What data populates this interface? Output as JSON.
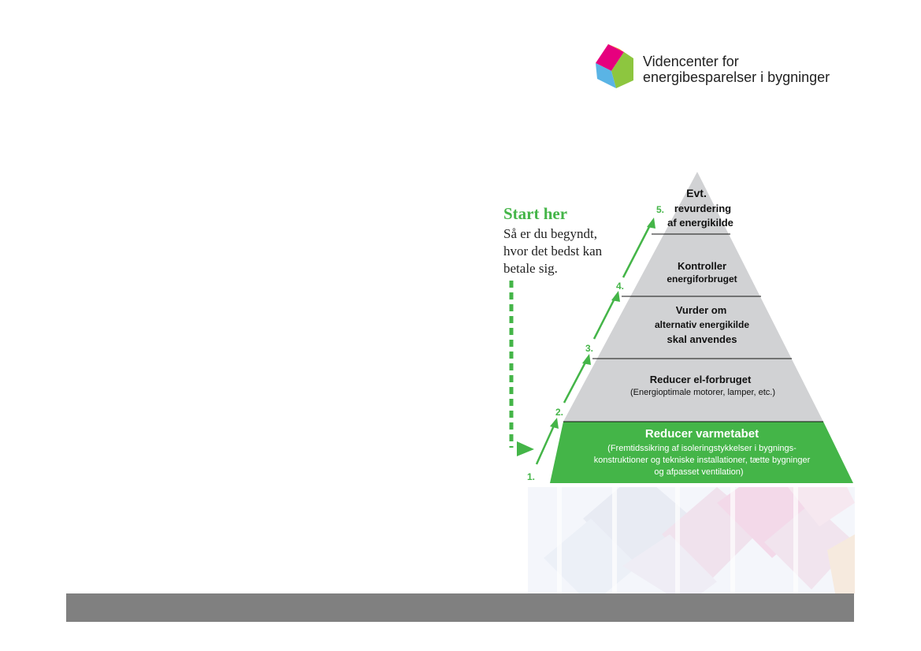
{
  "logo": {
    "line1": "Videncenter for",
    "line2": "energibesparelser i bygninger",
    "icon": "house-cube-logo"
  },
  "annotation": {
    "title": "Start her",
    "lines": [
      "Så er du begyndt,",
      "hvor det bedst kan",
      "betale sig."
    ]
  },
  "pyramid": {
    "level5": {
      "step": "5.",
      "lines": [
        "Evt.",
        "revurdering",
        "af energikilde"
      ]
    },
    "level4": {
      "step": "4.",
      "lines": [
        "Kontroller",
        "energiforbruget"
      ]
    },
    "level3": {
      "step": "3.",
      "lines": [
        "Vurder om",
        "alternativ energikilde",
        "skal anvendes"
      ]
    },
    "level2": {
      "step": "2.",
      "title": "Reducer el-forbruget",
      "sub": "(Energioptimale motorer, lamper, etc.)"
    },
    "level1": {
      "step": "1.",
      "title": "Reducer varmetabet",
      "lines": [
        "(Fremtidssikring af isoleringstykkelser i bygnings-",
        "konstruktioner og tekniske installationer, tætte bygninger",
        "og afpasset ventilation)"
      ]
    }
  },
  "colors": {
    "green": "#44b548",
    "pyramid_grey": "#d1d2d4",
    "footer": "#808080"
  }
}
